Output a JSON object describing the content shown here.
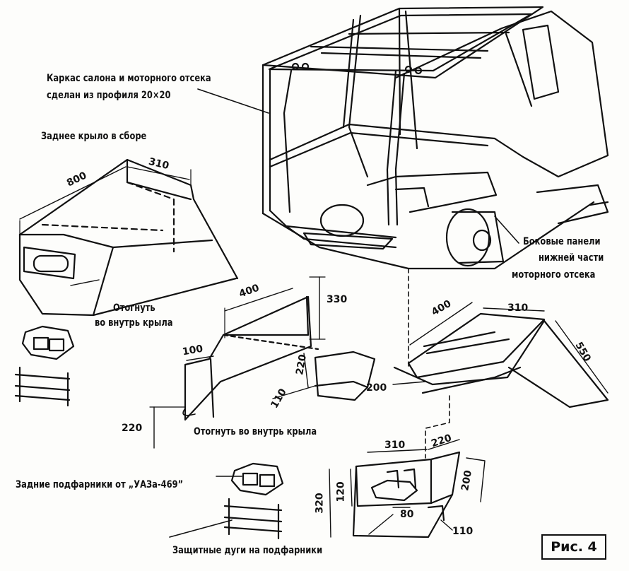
{
  "labels": {
    "frame_line1": "Каркас салона и моторного отсека",
    "frame_line2": "сделан из профиля  20×20",
    "rear_fender": "Заднее крыло в сборе",
    "side_line1": "Боковые панели",
    "side_line2": "нижней части",
    "side_line3": "моторного отсека",
    "fold_in_line1": "Отогнуть",
    "fold_in_line2": "во внутрь крыла",
    "fold_in2": "Отогнуть во внутрь крыла",
    "lamps": "Задние подфарники от „УАЗа-469”",
    "arcs": "Защитные дуги на подфарники"
  },
  "dimensions": {
    "d800": "800",
    "d310a": "310",
    "d400a": "400",
    "d330": "330",
    "d100": "100",
    "d220a": "220",
    "d220b": "220",
    "d110a": "110",
    "d400b": "400",
    "d310b": "310",
    "d550": "550",
    "d200a": "200",
    "d310c": "310",
    "d220c": "220",
    "d120": "120",
    "d320": "320",
    "d200b": "200",
    "d80": "80",
    "d110b": "110"
  },
  "figure_label": "Рис. 4",
  "colors": {
    "ink": "#111111",
    "paper": "#fdfdfb"
  }
}
